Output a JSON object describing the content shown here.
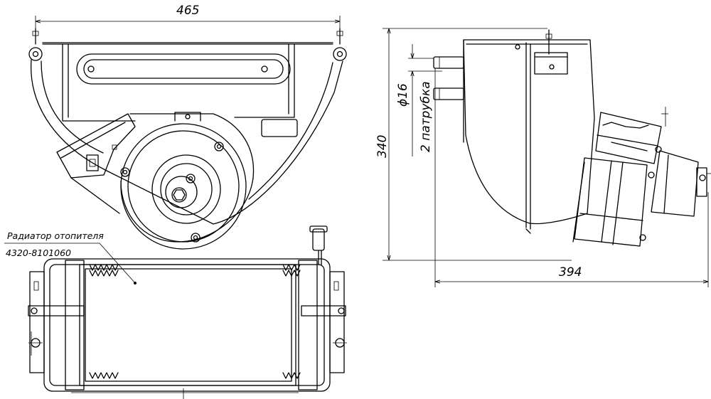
{
  "dimensions": {
    "front_width": "465",
    "side_height": "340",
    "side_depth": "394",
    "pipe_diameter": "ϕ16",
    "pipe_count": "2 патрубка"
  },
  "callout": {
    "name": "Радиатор отопителя",
    "part_number": "4320-8101060"
  }
}
